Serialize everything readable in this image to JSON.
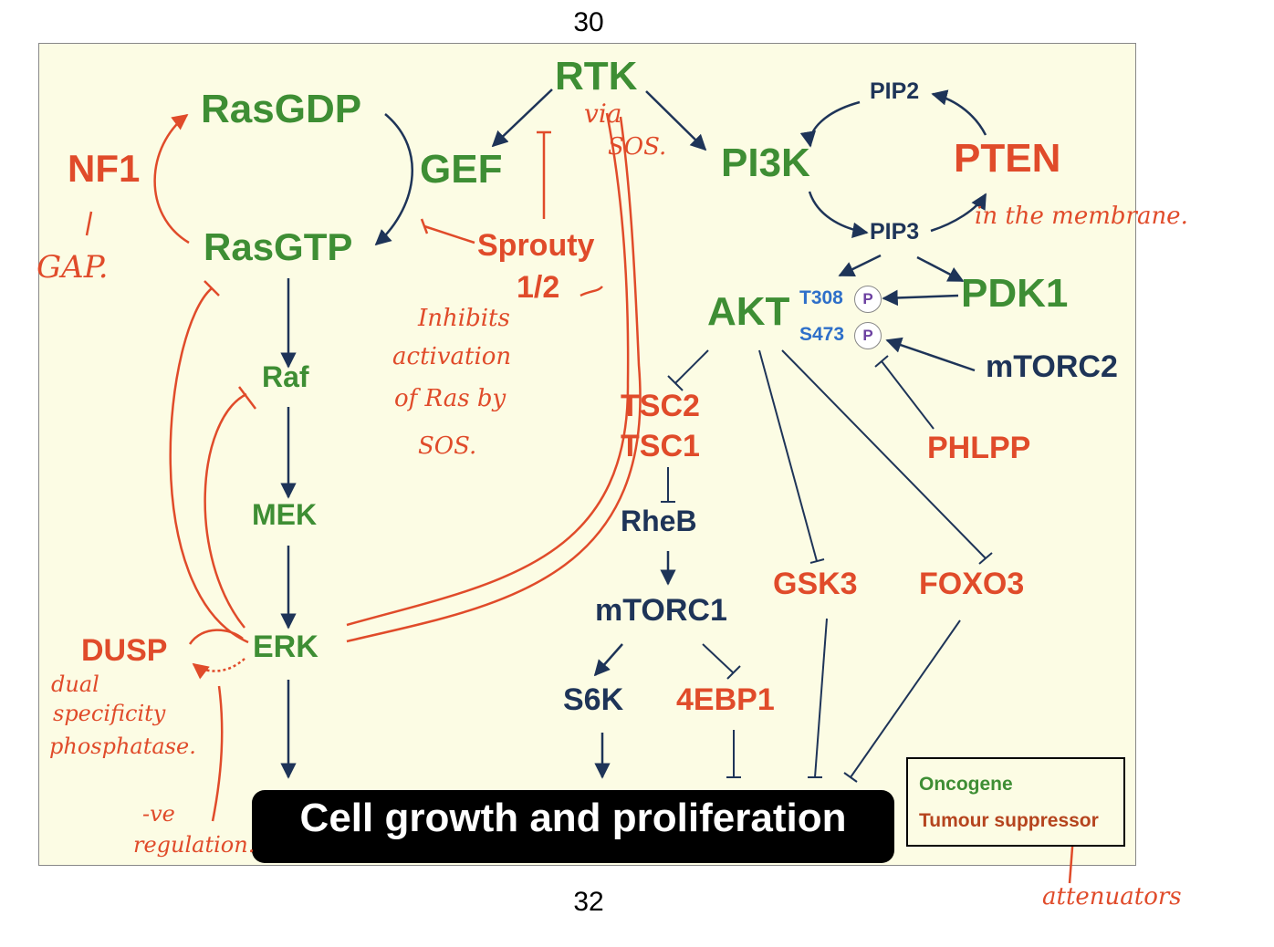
{
  "page_numbers": {
    "top": "30",
    "bottom": "32"
  },
  "colors": {
    "oncogene": "#3e8e34",
    "tumour_suppressor": "#e04b2a",
    "regulator": "#1e3458",
    "background": "#fcfce4"
  },
  "nodes": {
    "rtk": "RTK",
    "rasgdp": "RasGDP",
    "gef": "GEF",
    "nf1": "NF1",
    "rasgtp": "RasGTP",
    "sprouty": "Sprouty",
    "sprouty_sub": "1/2",
    "raf": "Raf",
    "mek": "MEK",
    "erk": "ERK",
    "dusp": "DUSP",
    "pi3k": "PI3K",
    "pip2": "PIP2",
    "pip3": "PIP3",
    "pten": "PTEN",
    "akt": "AKT",
    "pdk1": "PDK1",
    "mtorc2": "mTORC2",
    "phlpp": "PHLPP",
    "tsc2": "TSC2",
    "tsc1": "TSC1",
    "rheb": "RheB",
    "mtorc1": "mTORC1",
    "s6k": "S6K",
    "4ebp1": "4EBP1",
    "gsk3": "GSK3",
    "foxo3": "FOXO3"
  },
  "phospho_sites": {
    "t308": "T308",
    "s473": "S473",
    "p_symbol": "P"
  },
  "outcome": "Cell growth and proliferation",
  "legend": {
    "oncogene": "Oncogene",
    "tumour_suppressor": "Tumour suppressor"
  },
  "annotations": {
    "via_sos_1": "via",
    "via_sos_2": "SOS.",
    "gap": "GAP.",
    "inhibits_1": "Inhibits",
    "inhibits_2": "activation",
    "inhibits_3": "of Ras by",
    "inhibits_4": "SOS.",
    "in_membrane": "in the membrane.",
    "dual_1": "dual",
    "dual_2": "specificity",
    "dual_3": "phosphatase.",
    "neg_reg_1": "-ve",
    "neg_reg_2": "regulation.",
    "attenuators": "attenuators"
  }
}
